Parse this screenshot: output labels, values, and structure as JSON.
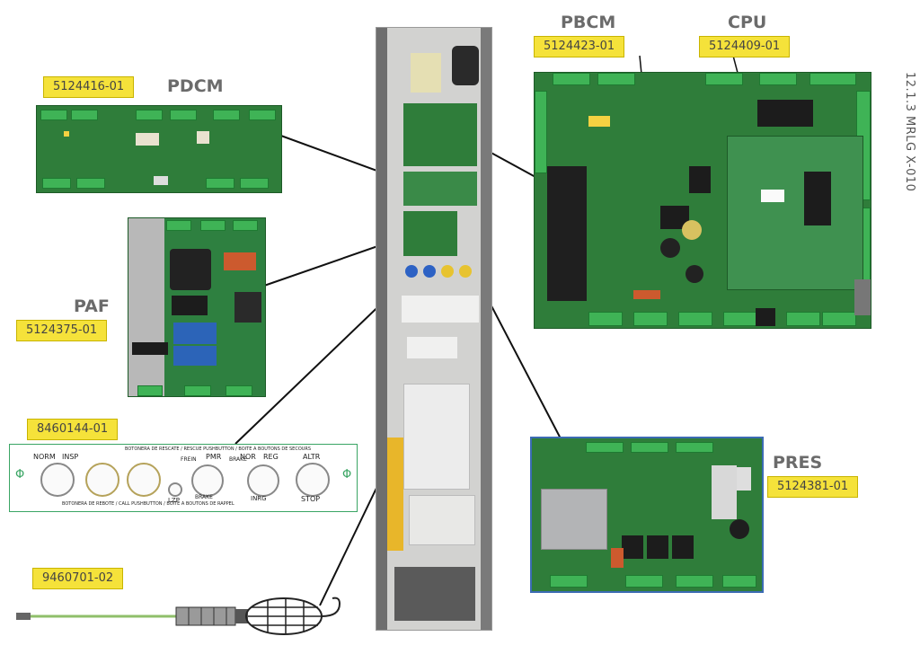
{
  "side_title": "12.1.3  MRLG X-010",
  "components": {
    "pdcm": {
      "name": "PDCM",
      "part": "5124416-01"
    },
    "paf": {
      "name": "PAF",
      "part": "5124375-01"
    },
    "pbcm": {
      "name": "PBCM",
      "part": "5124423-01"
    },
    "cpu": {
      "name": "CPU",
      "part": "5124409-01"
    },
    "pres": {
      "name": "PRES",
      "part": "5124381-01"
    },
    "rescue_panel": {
      "part": "8460144-01",
      "header": "BOTONERA DE RESCATE / RESCUE PUSHBUTTON / BOITE A BOUTONS DE SECOURS",
      "footer": "BOTONERA DE REBOTE / CALL PUSHBUTTON / BOITE A BOUTONS DE RAPPEL",
      "switch_norm": "NORM",
      "switch_insp": "INSP",
      "lamp_label": "LZP",
      "brake_free": "FREIN",
      "brake_pmr": "PMR",
      "brake": "BRAKE",
      "brake_sub": "BRAKE",
      "nor": "NOR",
      "reg": "REG",
      "inrg": "INRG",
      "altr": "ALTR",
      "stop": "STOP",
      "mount_left": "Φ",
      "mount_right": "Φ"
    },
    "lamp": {
      "part": "9460701-02"
    }
  },
  "colors": {
    "tag_fill": "#f5e23a",
    "board_green": "#2f7d3a",
    "terminal_green": "#3fb356",
    "heading_grey": "#6b6b6b"
  },
  "icons": [
    "pcb-board",
    "control-cabinet-photo",
    "inspection-lamp",
    "rotary-switch",
    "warning-sticker"
  ]
}
